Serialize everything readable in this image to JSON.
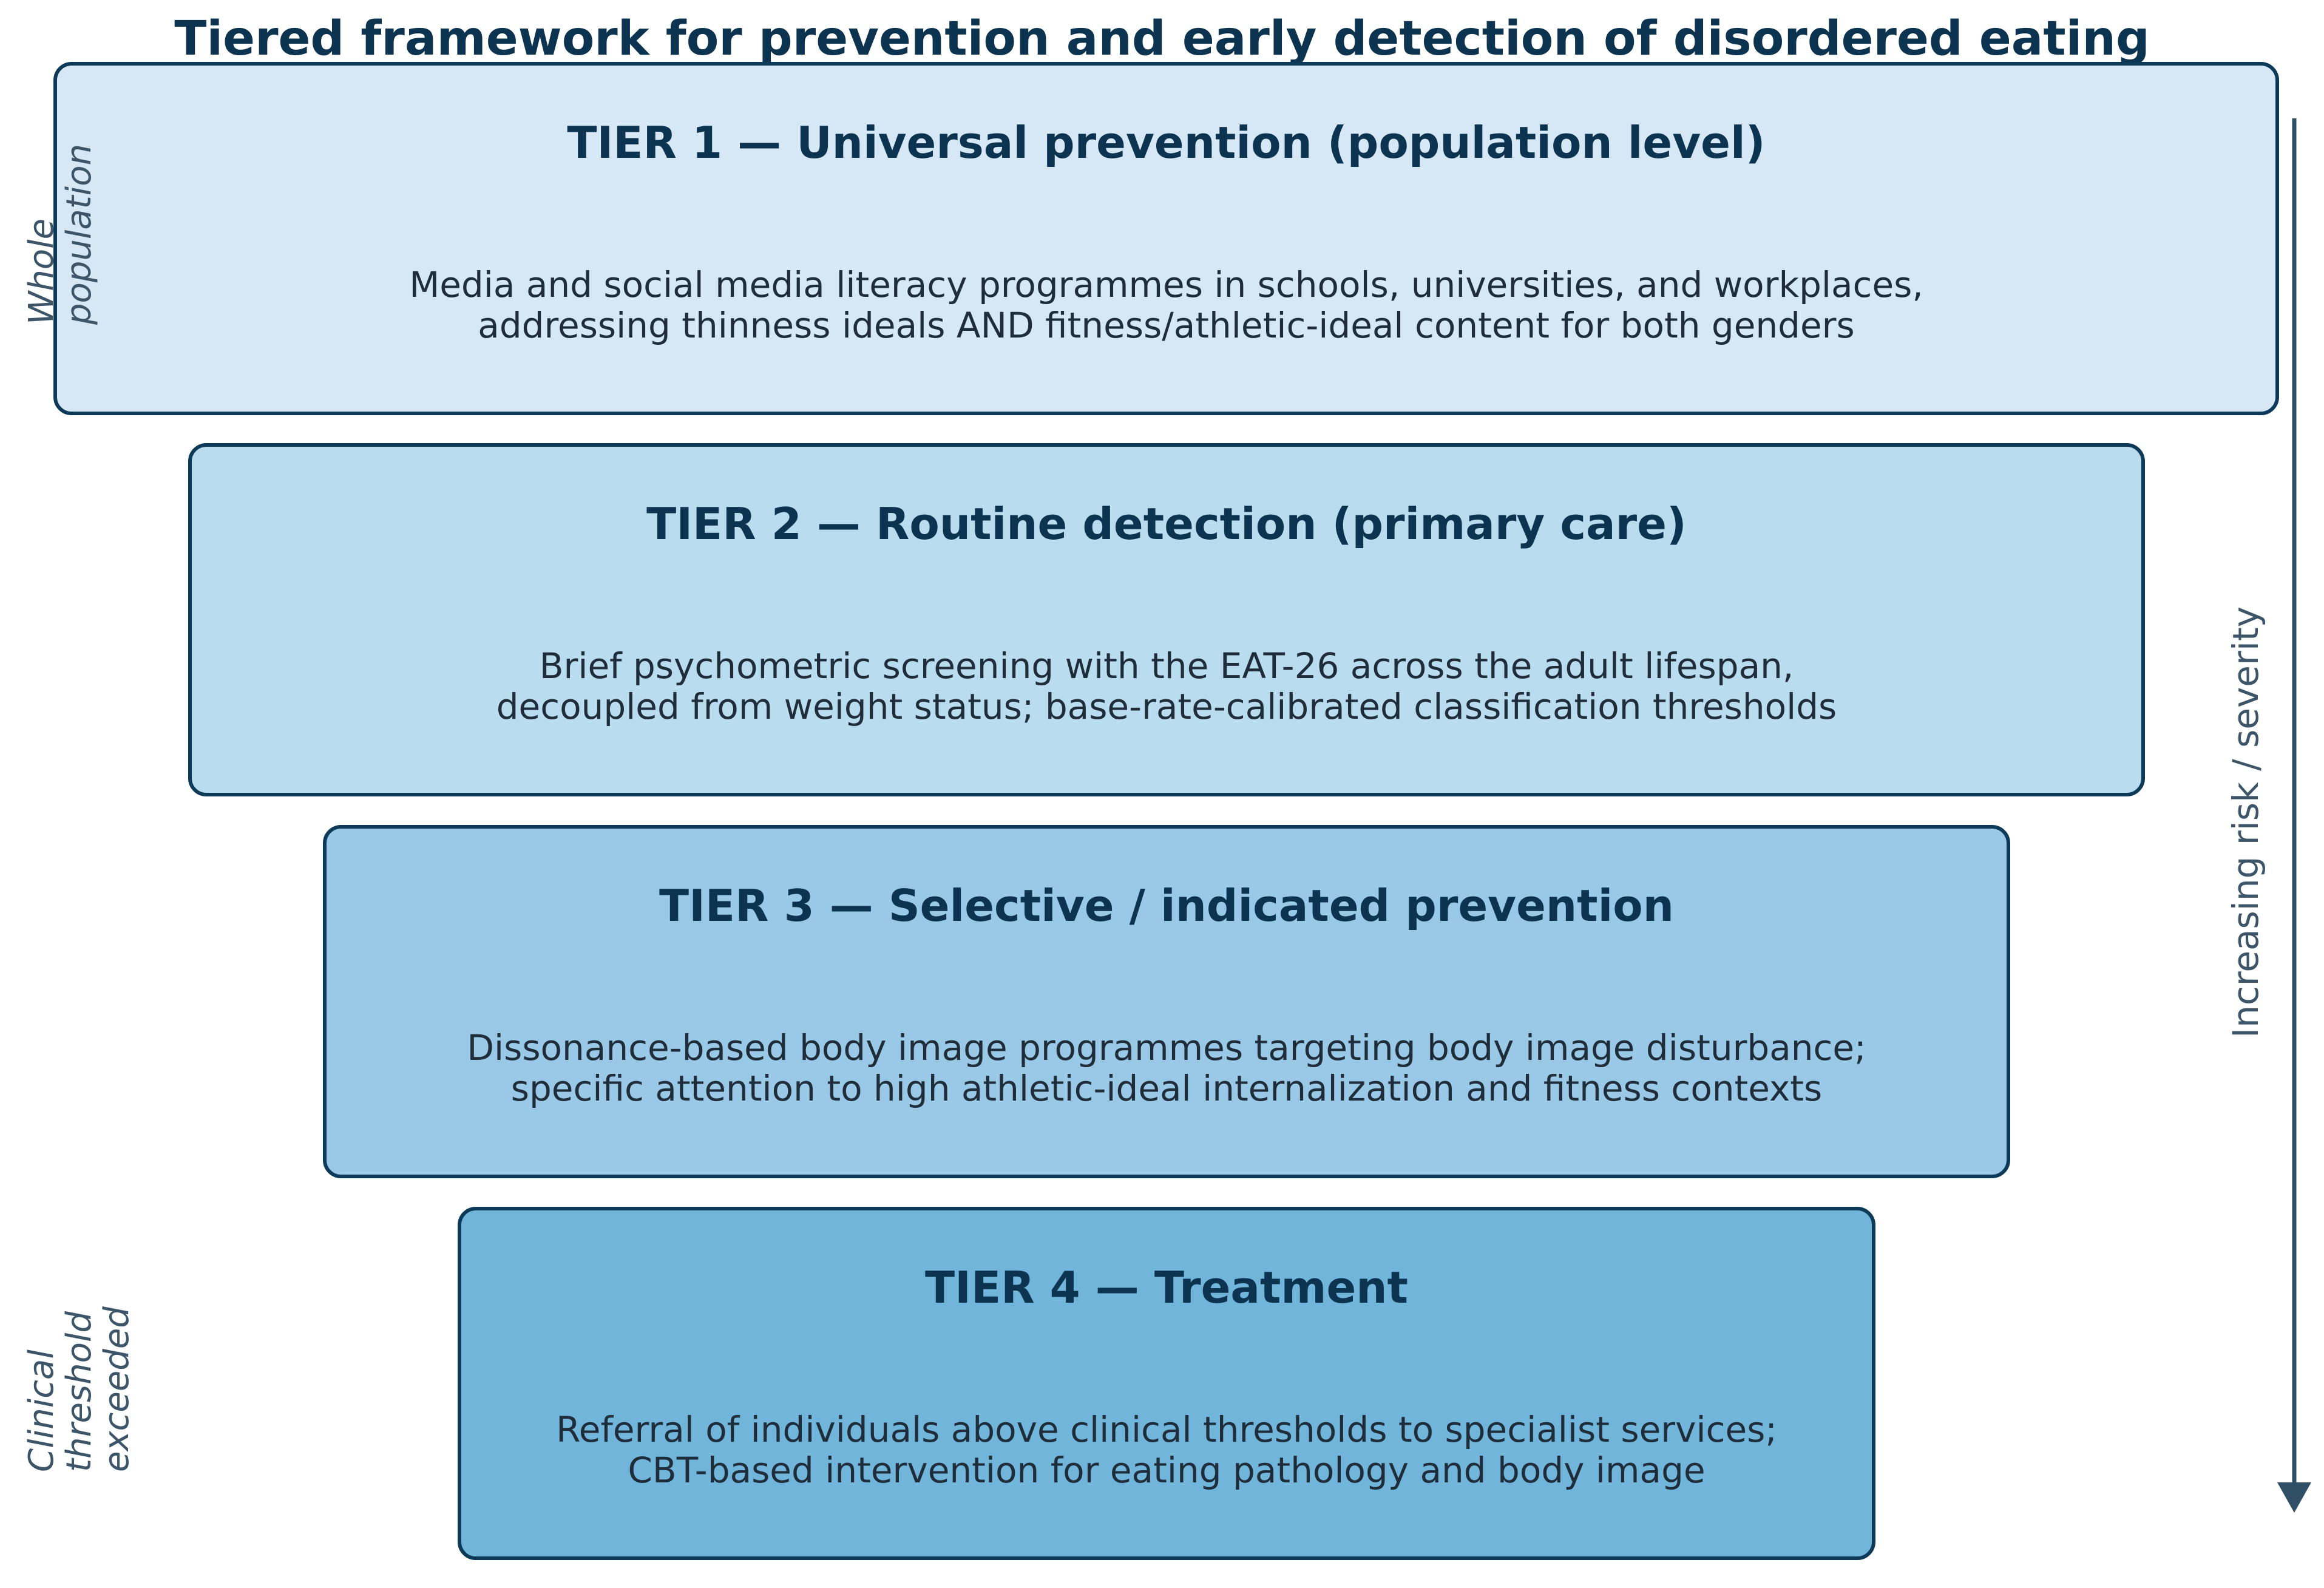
{
  "title": "Tiered framework for prevention and early detection of disordered eating",
  "tiers": [
    {
      "heading": "TIER 1 — Universal prevention (population level)",
      "body": [
        "Media and social media literacy programmes in schools, universities, and workplaces,",
        "addressing thinness ideals AND fitness/athletic-ideal content for both genders"
      ],
      "fill": "#d6e8f6"
    },
    {
      "heading": "TIER 2 — Routine detection (primary care)",
      "body": [
        "Brief psychometric screening with the EAT-26 across the adult lifespan,",
        "decoupled from weight status; base-rate-calibrated classification thresholds"
      ],
      "fill": "#badcef"
    },
    {
      "heading": "TIER 3 — Selective / indicated prevention",
      "body": [
        "Dissonance-based body image programmes targeting body image disturbance;",
        "specific attention to high athletic-ideal internalization and fitness contexts"
      ],
      "fill": "#99c9e6"
    },
    {
      "heading": "TIER 4 — Treatment",
      "body": [
        "Referral of individuals above clinical thresholds to specialist services;",
        "CBT-based intervention for eating pathology and body image"
      ],
      "fill": "#71b5db"
    }
  ],
  "side_labels": {
    "top": [
      "Whole",
      "population"
    ],
    "bottom": [
      "Clinical",
      "threshold",
      "exceeded"
    ]
  },
  "axis": {
    "label": "Increasing risk / severity",
    "color": "#2f4f66"
  }
}
